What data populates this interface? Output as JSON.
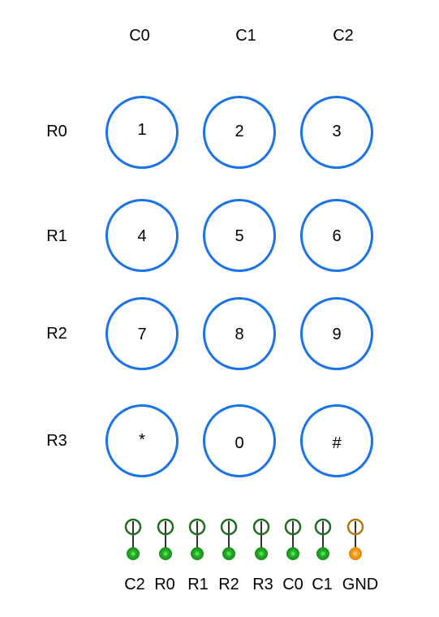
{
  "columns": [
    "C0",
    "C1",
    "C2"
  ],
  "rows": [
    "R0",
    "R1",
    "R2",
    "R3"
  ],
  "keys": [
    [
      "1",
      "2",
      "3"
    ],
    [
      "4",
      "5",
      "6"
    ],
    [
      "7",
      "8",
      "9"
    ],
    [
      "*",
      "0",
      "#"
    ]
  ],
  "pins": [
    {
      "label": "C2",
      "type": "signal"
    },
    {
      "label": "R0",
      "type": "signal"
    },
    {
      "label": "R1",
      "type": "signal"
    },
    {
      "label": "R2",
      "type": "signal"
    },
    {
      "label": "R3",
      "type": "signal"
    },
    {
      "label": "C0",
      "type": "signal"
    },
    {
      "label": "C1",
      "type": "signal"
    },
    {
      "label": "GND",
      "type": "ground"
    }
  ],
  "colors": {
    "key_border": "#1a73e8",
    "signal_pin": "#1e8e1e",
    "signal_pin_outline": "#1f6b1f",
    "ground_pin": "#f0900a",
    "ground_pin_outline": "#b07a10"
  }
}
